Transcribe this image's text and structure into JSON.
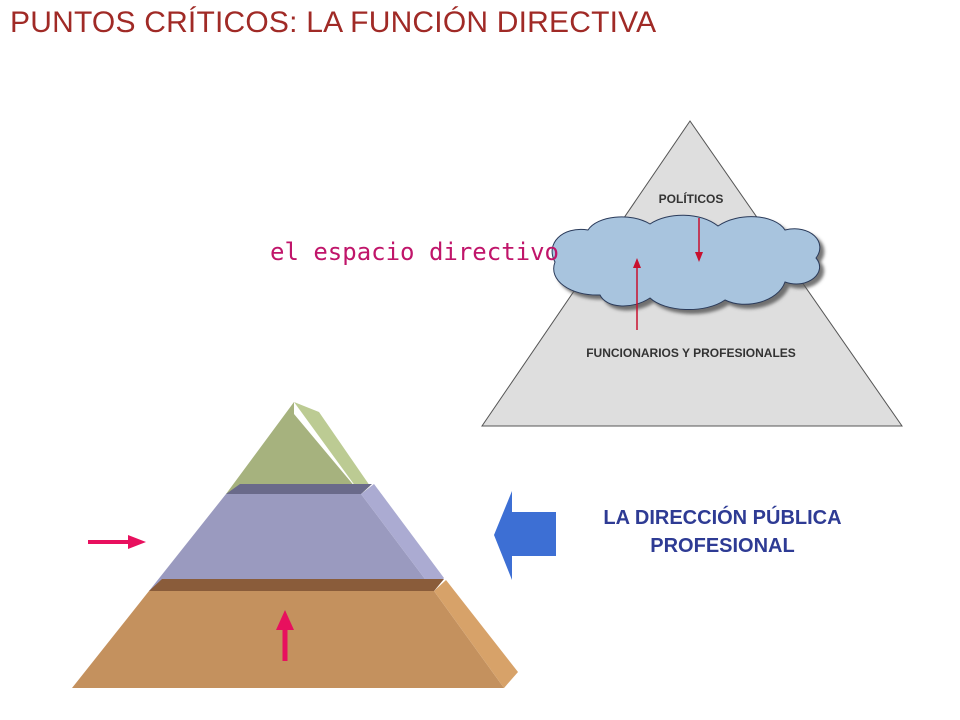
{
  "slide": {
    "title": "PUNTOS CRÍTICOS: LA FUNCIÓN DIRECTIVA"
  },
  "top_pyramid": {
    "apex_label": "POLÍTICOS",
    "base_label": "FUNCIONARIOS Y PROFESIONALES",
    "fill_color": "#dedede",
    "cloud_color": "#a8c4de"
  },
  "espacio_label": "el espacio directivo",
  "direccion_label": {
    "line1": "LA DIRECCIÓN PÚBLICA",
    "line2": "PROFESIONAL"
  },
  "colors": {
    "title": "#a02a26",
    "espacio": "#c0156a",
    "direccion": "#2e3b94",
    "big_arrow": "#3d6fd4",
    "pink_arrow": "#e8105e",
    "red_arrow": "#c8102e",
    "level_top": "#a6b27e",
    "level_middle": "#9a9abf",
    "level_bottom": "#c4915e"
  }
}
